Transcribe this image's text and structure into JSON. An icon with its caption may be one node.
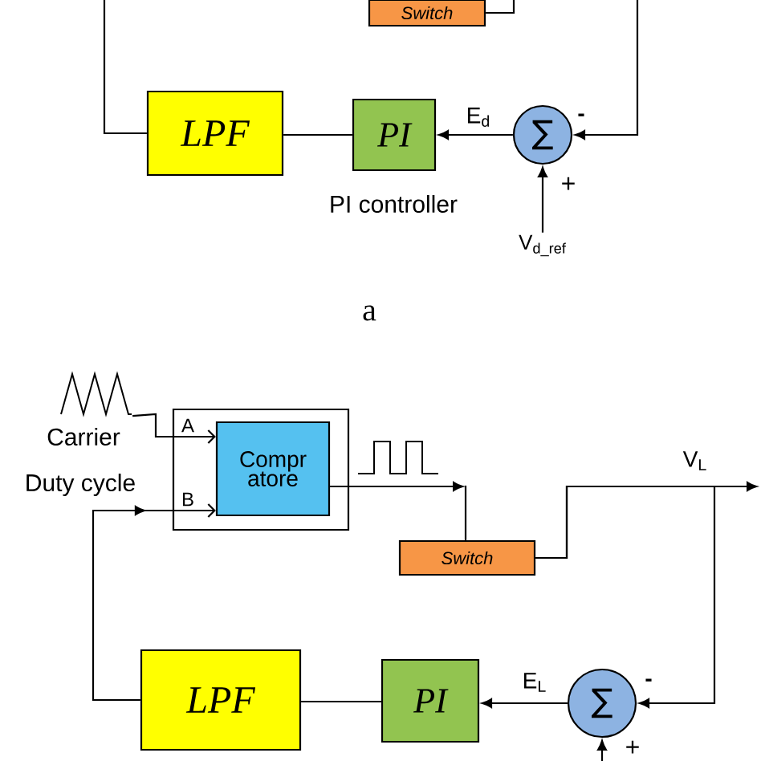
{
  "diagram": {
    "nodes": [
      {
        "text": [
          "Switch"
        ]
      },
      {
        "text": [
          "LPF"
        ]
      },
      {
        "text": [
          "PI"
        ],
        "beside": [
          "PI controller"
        ]
      },
      {
        "text": [
          "∑"
        ]
      },
      {
        "text": [
          "V$_{d_ref}$"
        ]
      },
      {
        "text": [],
        "shape": "picture",
        "beside": [
          "Carrier"
        ]
      },
      {
        "text": [],
        "shape": "box"
      },
      {
        "text": [
          "Compr atore"
        ],
        "in": 6
      },
      {
        "text": [
          "Switch"
        ]
      },
      {
        "text": [
          "LPF"
        ]
      },
      {
        "text": [
          "PI"
        ]
      },
      {
        "text": [
          "∑"
        ]
      }
    ],
    "edges": [
      {
        "from": 0,
        "to": null,
        "arrow": "none"
      },
      {
        "from": null,
        "to": 3,
        "arrow": "to"
      },
      {
        "from": 3,
        "to": 2,
        "arrow": "to",
        "label": "E$_{d}$"
      },
      {
        "from": 2,
        "to": 1,
        "arrow": "none"
      },
      {
        "from": 1,
        "to": null,
        "arrow": "none"
      },
      {
        "from": 4,
        "to": 3,
        "arrow": "to"
      },
      {
        "from": 5,
        "to": 7,
        "arrow": "to"
      },
      {
        "from": 9,
        "to": 7,
        "arrow": "to"
      },
      {
        "from": 7,
        "to": null,
        "arrow": "to"
      },
      {
        "from": null,
        "to": 8,
        "arrow": "none"
      },
      {
        "from": 8,
        "to": null,
        "arrow": "to",
        "label": "V$_{L}$"
      },
      {
        "from": 8,
        "to": 11,
        "arrow": "to"
      },
      {
        "from": 11,
        "to": 10,
        "arrow": "to",
        "label": "E$_{L}$"
      },
      {
        "from": 10,
        "to": 9,
        "arrow": "none"
      },
      {
        "from": null,
        "to": 11,
        "arrow": "to"
      }
    ],
    "labels": [
      "-",
      "+",
      "a",
      "A",
      "Duty cycle",
      "B",
      "-",
      "+"
    ]
  }
}
